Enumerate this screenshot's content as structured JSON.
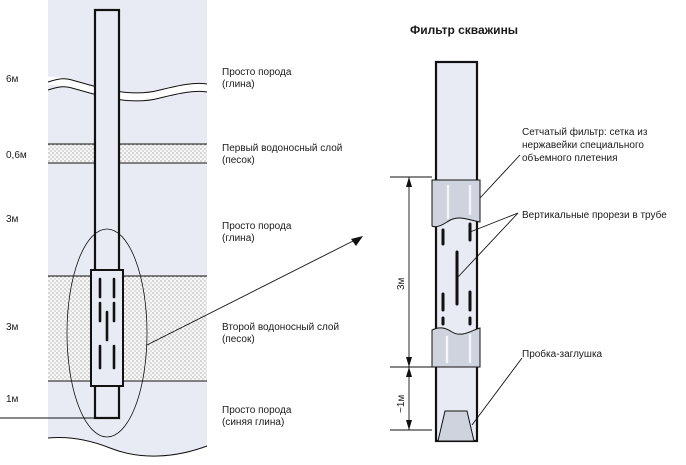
{
  "left_section": {
    "depth_labels": [
      "6м",
      "0,6м",
      "3м",
      "3м",
      "1м"
    ],
    "layers": [
      {
        "line1": "Просто порода",
        "line2": "(глина)"
      },
      {
        "line1": "Первый водоносный слой",
        "line2": "(песок)"
      },
      {
        "line1": "Просто порода",
        "line2": "(глина)"
      },
      {
        "line1": "Второй водоносный слой",
        "line2": "(песок)"
      },
      {
        "line1": "Просто порода",
        "line2": "(синяя глина)"
      }
    ]
  },
  "filter_detail": {
    "title": "Фильтр скважины",
    "mesh_label": {
      "line1": "Сетчатый фильтр: сетка из",
      "line2": "нержавейки специального",
      "line3": "объемного плетения"
    },
    "slots_label": "Вертикальные прорези в трубе",
    "plug_label": "Пробка-заглушка",
    "dim_filter": "3м",
    "dim_bottom": "~1м"
  },
  "colors": {
    "ground": "#e8ebf3",
    "mesh": "#cfd3dd",
    "outline": "#111111"
  }
}
